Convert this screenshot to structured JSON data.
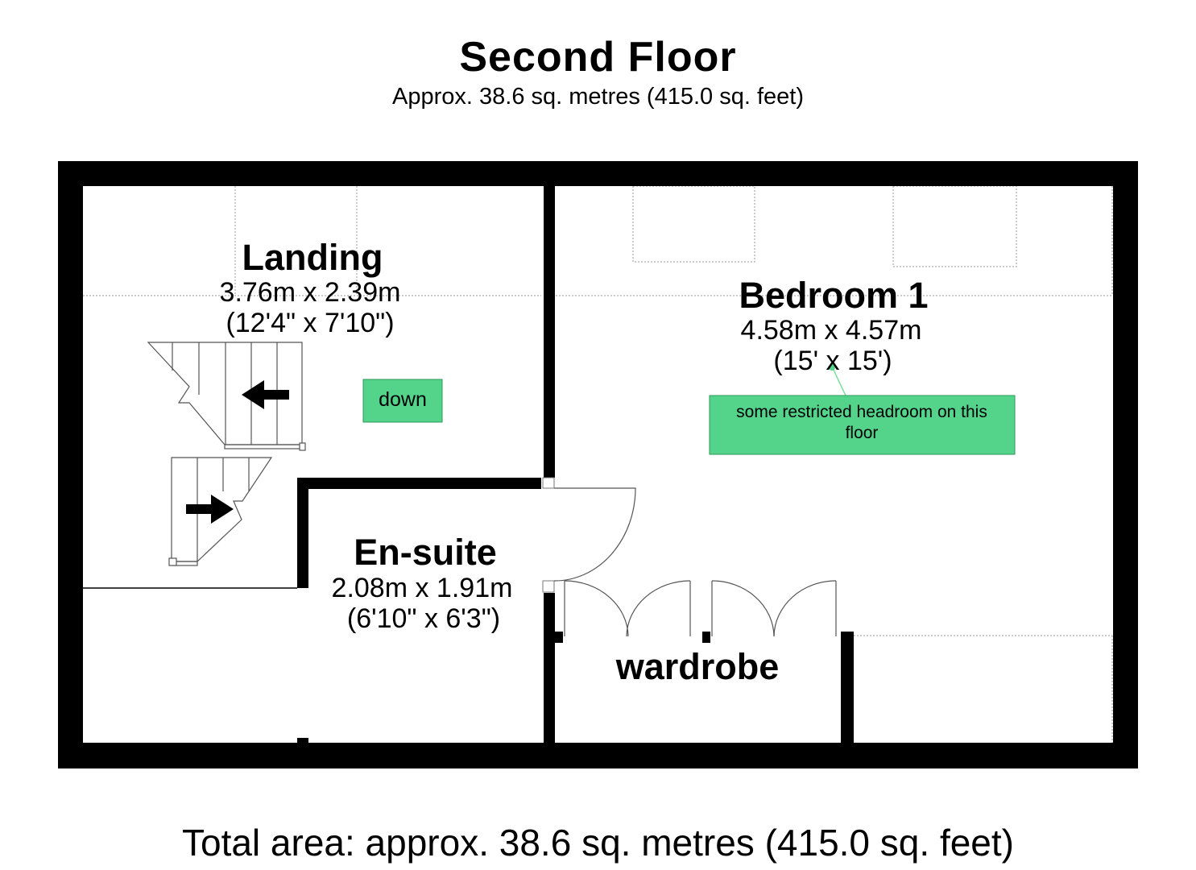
{
  "header": {
    "title": "Second Floor",
    "subtitle": "Approx. 38.6 sq. metres (415.0 sq. feet)"
  },
  "rooms": {
    "landing": {
      "name": "Landing",
      "metric": "3.76m x 2.39m",
      "imperial": "(12'4\" x 7'10\")"
    },
    "bedroom1": {
      "name": "Bedroom 1",
      "metric": "4.58m x 4.57m",
      "imperial": "(15' x 15')"
    },
    "ensuite": {
      "name": "En-suite",
      "metric": "2.08m x 1.91m",
      "imperial": "(6'10\" x 6'3\")"
    },
    "wardrobe": {
      "name": "wardrobe"
    }
  },
  "labels": {
    "down": "down",
    "headroom_note_line1": "some restricted headroom on this",
    "headroom_note_line2": "floor"
  },
  "colors": {
    "wall": "#000000",
    "label_fill": "#54d38a",
    "label_stroke": "#2e9a5a",
    "dashed": "#9a9a9a"
  },
  "footer": {
    "total": "Total area: approx. 38.6 sq. metres (415.0 sq. feet)"
  }
}
